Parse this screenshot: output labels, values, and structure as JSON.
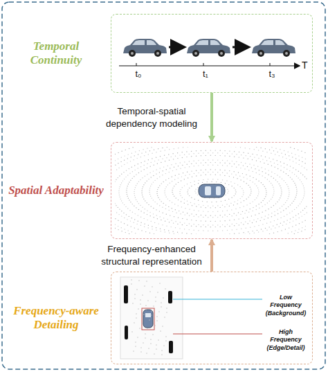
{
  "diagram": {
    "nodes": [
      {
        "text": [
          "Temporal Continuity"
        ]
      },
      {
        "text": [
          "Spatial Adaptability"
        ]
      },
      {
        "text": [
          "Frequency-aware Detailing"
        ]
      }
    ],
    "edges": [
      {
        "from": 0,
        "to": 1,
        "arrow": "to",
        "label": "Temporal-spatial dependency modeling"
      },
      {
        "from": 2,
        "to": 1,
        "arrow": "to",
        "label": "Frequency-enhanced structural representation"
      }
    ],
    "labels": [
      "t₀",
      "t₁",
      "t₃",
      "T",
      "Low Frequency (Background)",
      "High Frequency (Edge/Detail)"
    ]
  }
}
